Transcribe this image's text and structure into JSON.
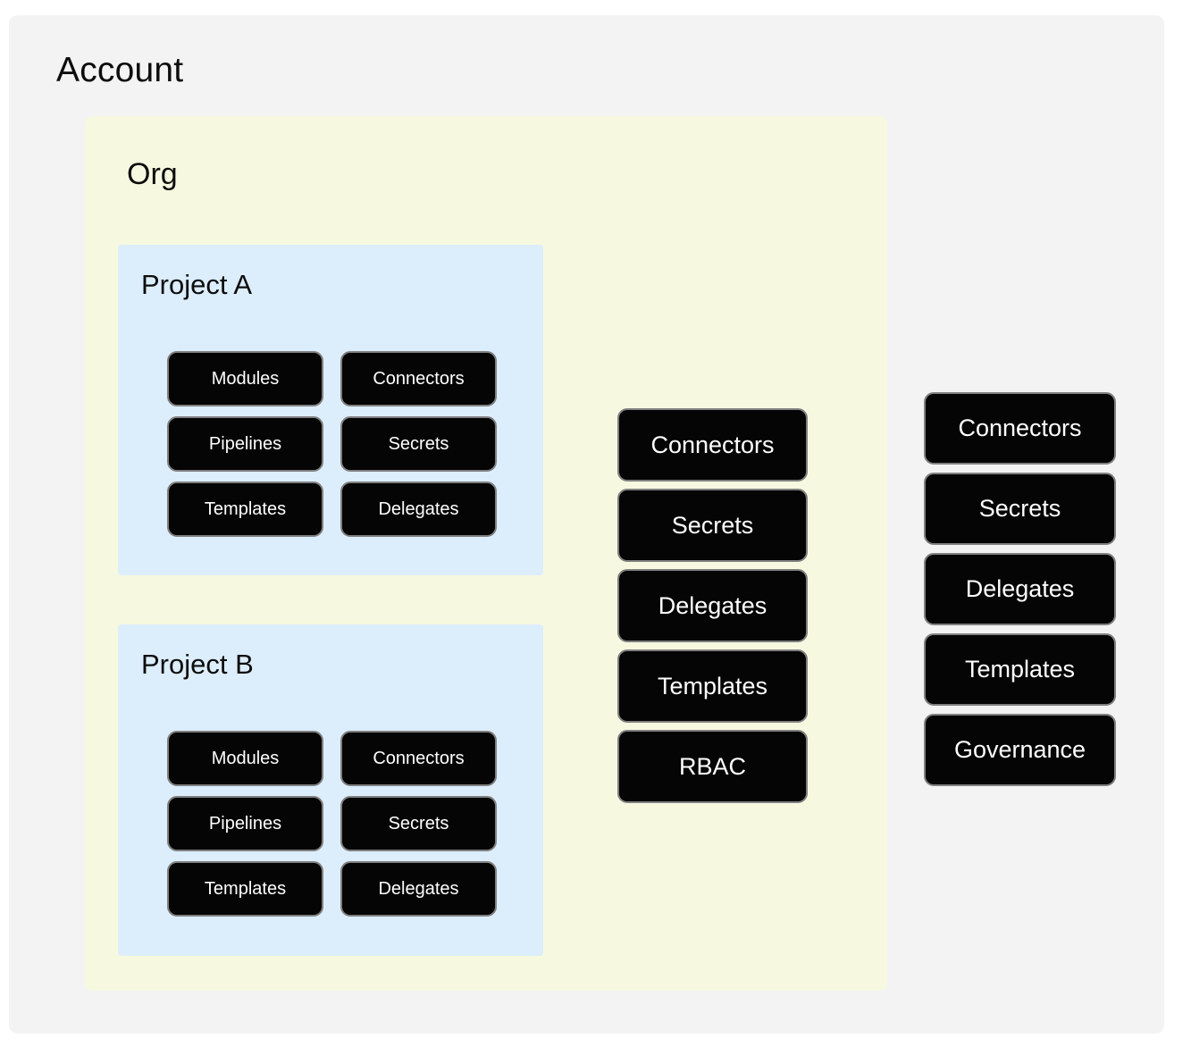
{
  "colors": {
    "page_background": "#ffffff",
    "account_panel": "#f3f3f3",
    "org_panel": "#f6f9e0",
    "project_panel": "#dcedfc",
    "node_fill": "#050505",
    "node_border": "#808080",
    "node_text": "#ffffff",
    "heading_text": "#0d0d0d"
  },
  "account": {
    "title": "Account",
    "org": {
      "title": "Org",
      "projects": [
        {
          "title": "Project A",
          "resources": [
            "Modules",
            "Connectors",
            "Pipelines",
            "Secrets",
            "Templates",
            "Delegates"
          ]
        },
        {
          "title": "Project B",
          "resources": [
            "Modules",
            "Connectors",
            "Pipelines",
            "Secrets",
            "Templates",
            "Delegates"
          ]
        }
      ],
      "org_resources": [
        "Connectors",
        "Secrets",
        "Delegates",
        "Templates",
        "RBAC"
      ]
    },
    "account_resources": [
      "Connectors",
      "Secrets",
      "Delegates",
      "Templates",
      "Governance"
    ]
  }
}
